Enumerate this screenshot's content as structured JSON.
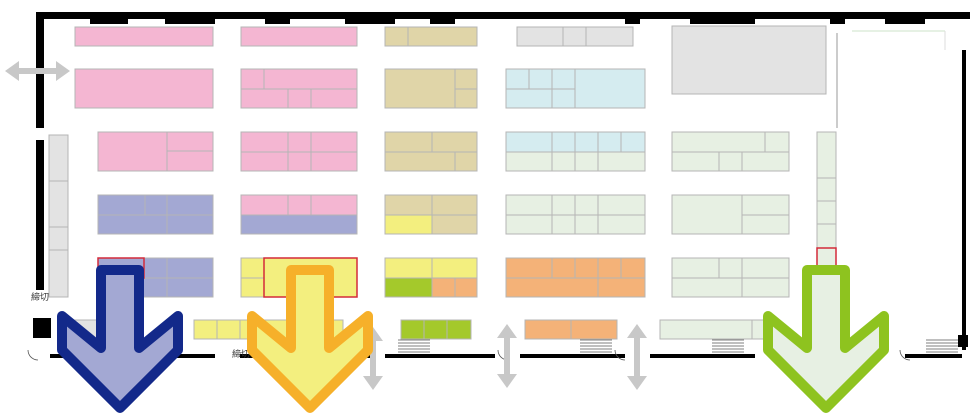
{
  "labels": {
    "closed_left": "締切",
    "closed_bottom": "締切"
  },
  "colors": {
    "pink": "#f4b6d2",
    "tan": "#e0d5a8",
    "light_blue": "#d5ecf0",
    "gray": "#e3e3e3",
    "light_green": "#e7f0e3",
    "periwinkle": "#a3a8d3",
    "yellow": "#f3ef7f",
    "green": "#a4c92b",
    "orange": "#f4b278",
    "highlight_border": "#d42a3a",
    "wall": "#000000",
    "flow_arrow": "#c8c8c8"
  },
  "exit_arrows": [
    {
      "name": "blue-exit-arrow",
      "stroke": "#13298a",
      "fill": "#a3a8d3"
    },
    {
      "name": "yellow-exit-arrow",
      "stroke": "#f6b02a",
      "fill": "#f3ef7f"
    },
    {
      "name": "green-exit-arrow",
      "stroke": "#8ec31f",
      "fill": "#e7f0e3"
    }
  ]
}
